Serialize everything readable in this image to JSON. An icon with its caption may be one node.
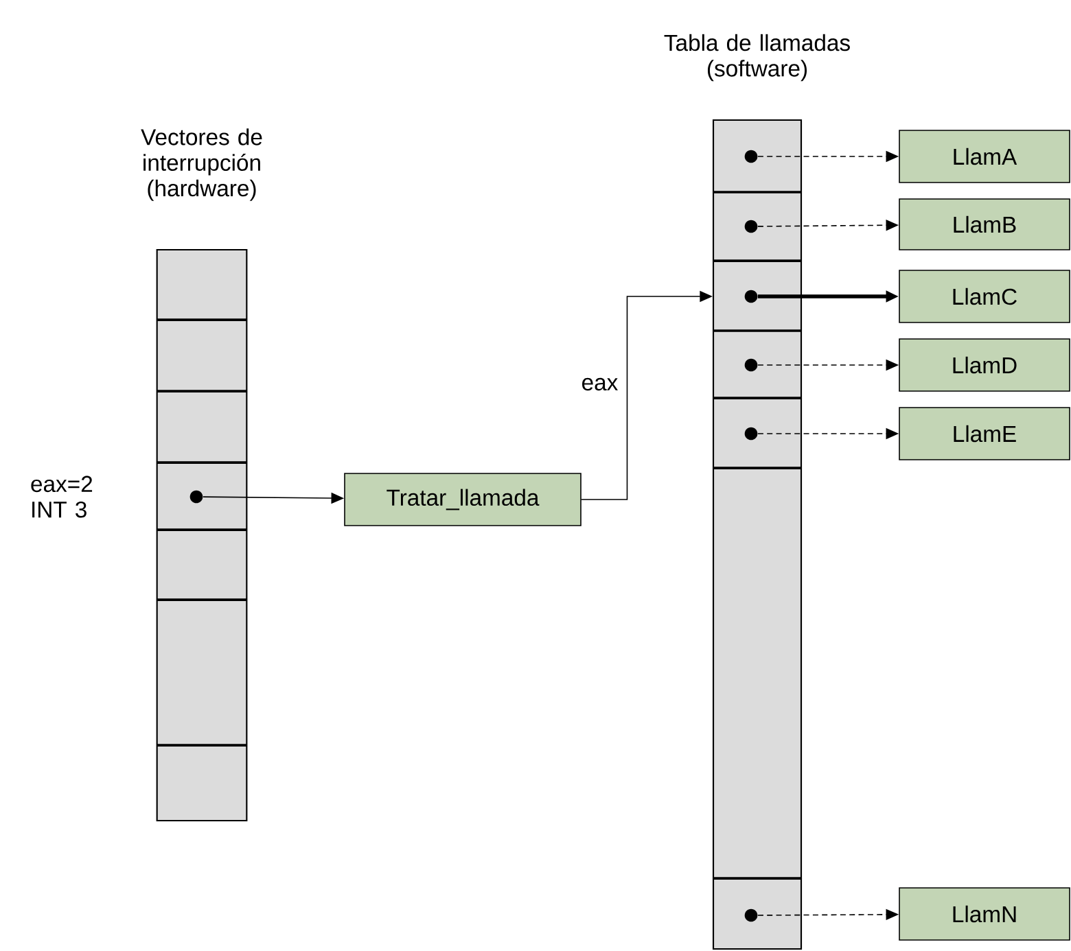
{
  "diagram": {
    "nodes": [
      {
        "text": [
          "Vectores de interrupción (hardware)"
        ]
      },
      {
        "text": [],
        "shape": "circle",
        "in": 0
      },
      {
        "text": [
          "Tratar_llamada"
        ]
      },
      {
        "text": [
          "Tabla de llamadas (software)"
        ]
      },
      {
        "text": [],
        "shape": "circle",
        "in": 3
      },
      {
        "text": [],
        "shape": "circle",
        "in": 3
      },
      {
        "text": [],
        "shape": "circle",
        "in": 3
      },
      {
        "text": [],
        "shape": "circle",
        "in": 3
      },
      {
        "text": [],
        "shape": "circle",
        "in": 3
      },
      {
        "text": [],
        "shape": "circle",
        "in": 3
      },
      {
        "text": [
          "LlamA"
        ]
      },
      {
        "text": [
          "LlamB"
        ]
      },
      {
        "text": [
          "LlamC"
        ]
      },
      {
        "text": [
          "LlamD"
        ]
      },
      {
        "text": [
          "LlamE"
        ]
      },
      {
        "text": [
          "LlamN"
        ]
      }
    ],
    "edges": [
      {
        "from": 1,
        "to": 2,
        "arrow": "to"
      },
      {
        "from": 2,
        "to": 6,
        "arrow": "to",
        "label": "eax"
      },
      {
        "from": 4,
        "to": 10,
        "arrow": "to",
        "style": "dashed"
      },
      {
        "from": 5,
        "to": 11,
        "arrow": "to",
        "style": "dashed"
      },
      {
        "from": 6,
        "to": 12,
        "arrow": "to",
        "style": "thick"
      },
      {
        "from": 7,
        "to": 13,
        "arrow": "to",
        "style": "dashed"
      },
      {
        "from": 8,
        "to": 14,
        "arrow": "to",
        "style": "dashed"
      },
      {
        "from": 9,
        "to": 15,
        "arrow": "to",
        "style": "dashed"
      }
    ],
    "labels": [
      "eax=2 INT 3"
    ]
  }
}
